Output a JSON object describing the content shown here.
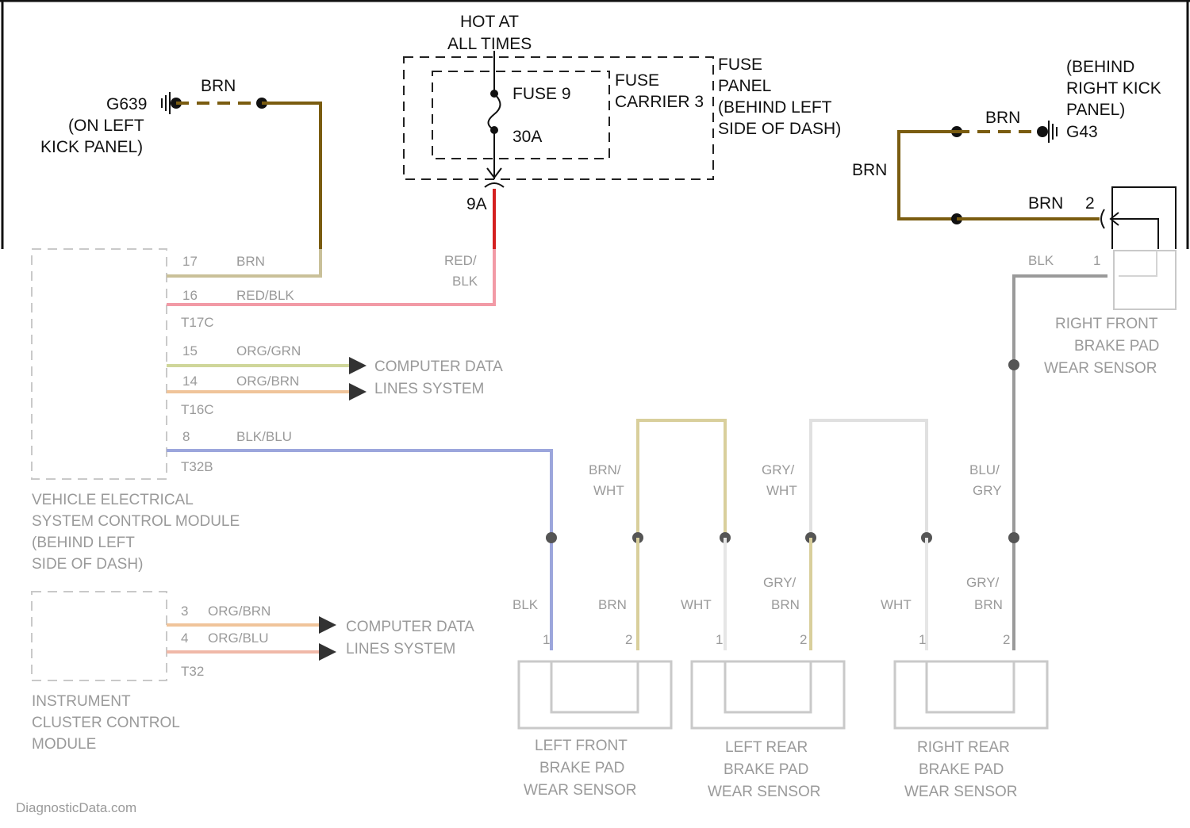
{
  "supply": {
    "hot_line1": "HOT AT",
    "hot_line2": "ALL TIMES",
    "fuse_name": "FUSE 9",
    "fuse_rating": "30A",
    "carrier_line1": "FUSE",
    "carrier_line2": "CARRIER 3",
    "panel_line1": "FUSE",
    "panel_line2": "PANEL",
    "panel_line3": "(BEHIND LEFT",
    "panel_line4": "SIDE OF DASH)",
    "connector_pin": "9A"
  },
  "ground_left": {
    "id": "G639",
    "loc_line1": "(ON LEFT",
    "loc_line2": "KICK PANEL)",
    "wire": "BRN"
  },
  "ground_right": {
    "id": "G43",
    "loc_line1": "(BEHIND",
    "loc_line2": "RIGHT KICK",
    "loc_line3": "PANEL)",
    "wire_top": "BRN",
    "wire_side": "BRN",
    "wire_to_sensor": "BRN",
    "sensor_pin": "2"
  },
  "faded": {
    "vesc_pins": [
      {
        "pin": "17",
        "wire": "BRN"
      },
      {
        "pin": "16",
        "wire": "RED/BLK"
      },
      {
        "pin": "15",
        "wire": "ORG/GRN"
      },
      {
        "pin": "14",
        "wire": "ORG/BRN"
      },
      {
        "pin": "8",
        "wire": "BLK/BLU"
      }
    ],
    "conn_t17c": "T17C",
    "conn_t16c": "T16C",
    "conn_t32b": "T32B",
    "red_blk_1": "RED/",
    "red_blk_2": "BLK",
    "data1_line1": "COMPUTER DATA",
    "data1_line2": "LINES SYSTEM",
    "vesc_line1": "VEHICLE ELECTRICAL",
    "vesc_line2": "SYSTEM CONTROL MODULE",
    "vesc_line3": "(BEHIND LEFT",
    "vesc_line4": "SIDE OF DASH)",
    "icm_pins": [
      {
        "pin": "3",
        "wire": "ORG/BRN"
      },
      {
        "pin": "4",
        "wire": "ORG/BLU"
      }
    ],
    "conn_t32": "T32",
    "data2_line1": "COMPUTER DATA",
    "data2_line2": "LINES SYSTEM",
    "icm_line1": "INSTRUMENT",
    "icm_line2": "CLUSTER CONTROL",
    "icm_line3": "MODULE",
    "rf_blk": "BLK",
    "rf_pin1": "1",
    "rf_line1": "RIGHT FRONT",
    "rf_line2": "BRAKE PAD",
    "rf_line3": "WEAR SENSOR",
    "brn_wht_1": "BRN/",
    "brn_wht_2": "WHT",
    "gry_wht_1": "GRY/",
    "gry_wht_2": "WHT",
    "blu_gry_1": "BLU/",
    "blu_gry_2": "GRY",
    "lf_blk": "BLK",
    "lf_brn": "BRN",
    "lr_wht": "WHT",
    "lr_gry_1": "GRY/",
    "lr_gry_2": "BRN",
    "rr_wht": "WHT",
    "rr_gry_1": "GRY/",
    "rr_gry_2": "BRN",
    "pin_1": "1",
    "pin_2": "2",
    "lf_line1": "LEFT FRONT",
    "lf_line2": "BRAKE PAD",
    "lf_line3": "WEAR SENSOR",
    "lr_line1": "LEFT REAR",
    "lr_line2": "BRAKE PAD",
    "lr_line3": "WEAR SENSOR",
    "rr_line1": "RIGHT REAR",
    "rr_line2": "BRAKE PAD",
    "rr_line3": "WEAR SENSOR",
    "watermark": "DiagnosticData.com"
  },
  "colors": {
    "brn": "#7a5c10",
    "red": "#d42020",
    "faded_brn": "#c9c099",
    "faded_red": "#f29aa6",
    "faded_grn": "#cfd69a",
    "faded_org": "#f0c49a",
    "faded_blu": "#9ca6dc",
    "faded_gry": "#9a9a9a",
    "faded_brnwht": "#d9cf9c",
    "faded_gry2": "#d8d8d8"
  }
}
